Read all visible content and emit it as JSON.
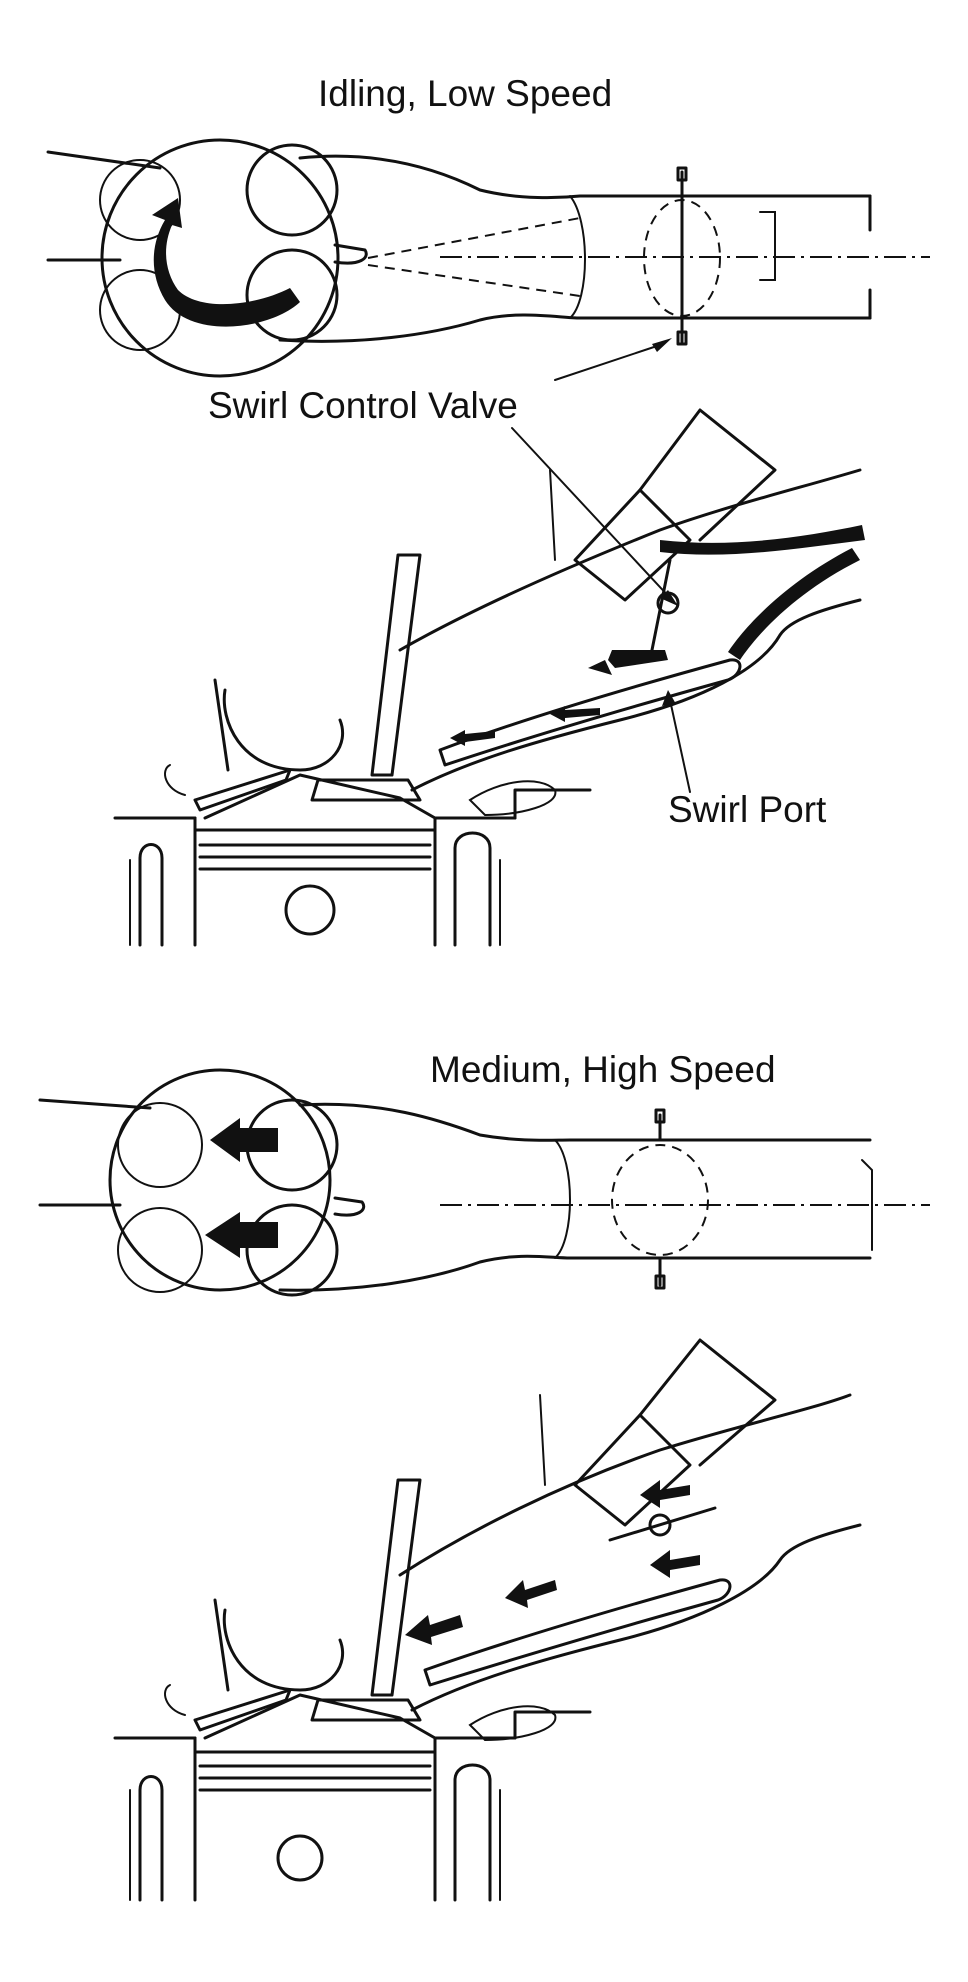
{
  "labels": {
    "top_title": "Idling, Low Speed",
    "swirl_control_valve": "Swirl Control Valve",
    "swirl_port": "Swirl Port",
    "bottom_title": "Medium, High Speed"
  },
  "colors": {
    "ink": "#111111",
    "paper": "#ffffff"
  }
}
